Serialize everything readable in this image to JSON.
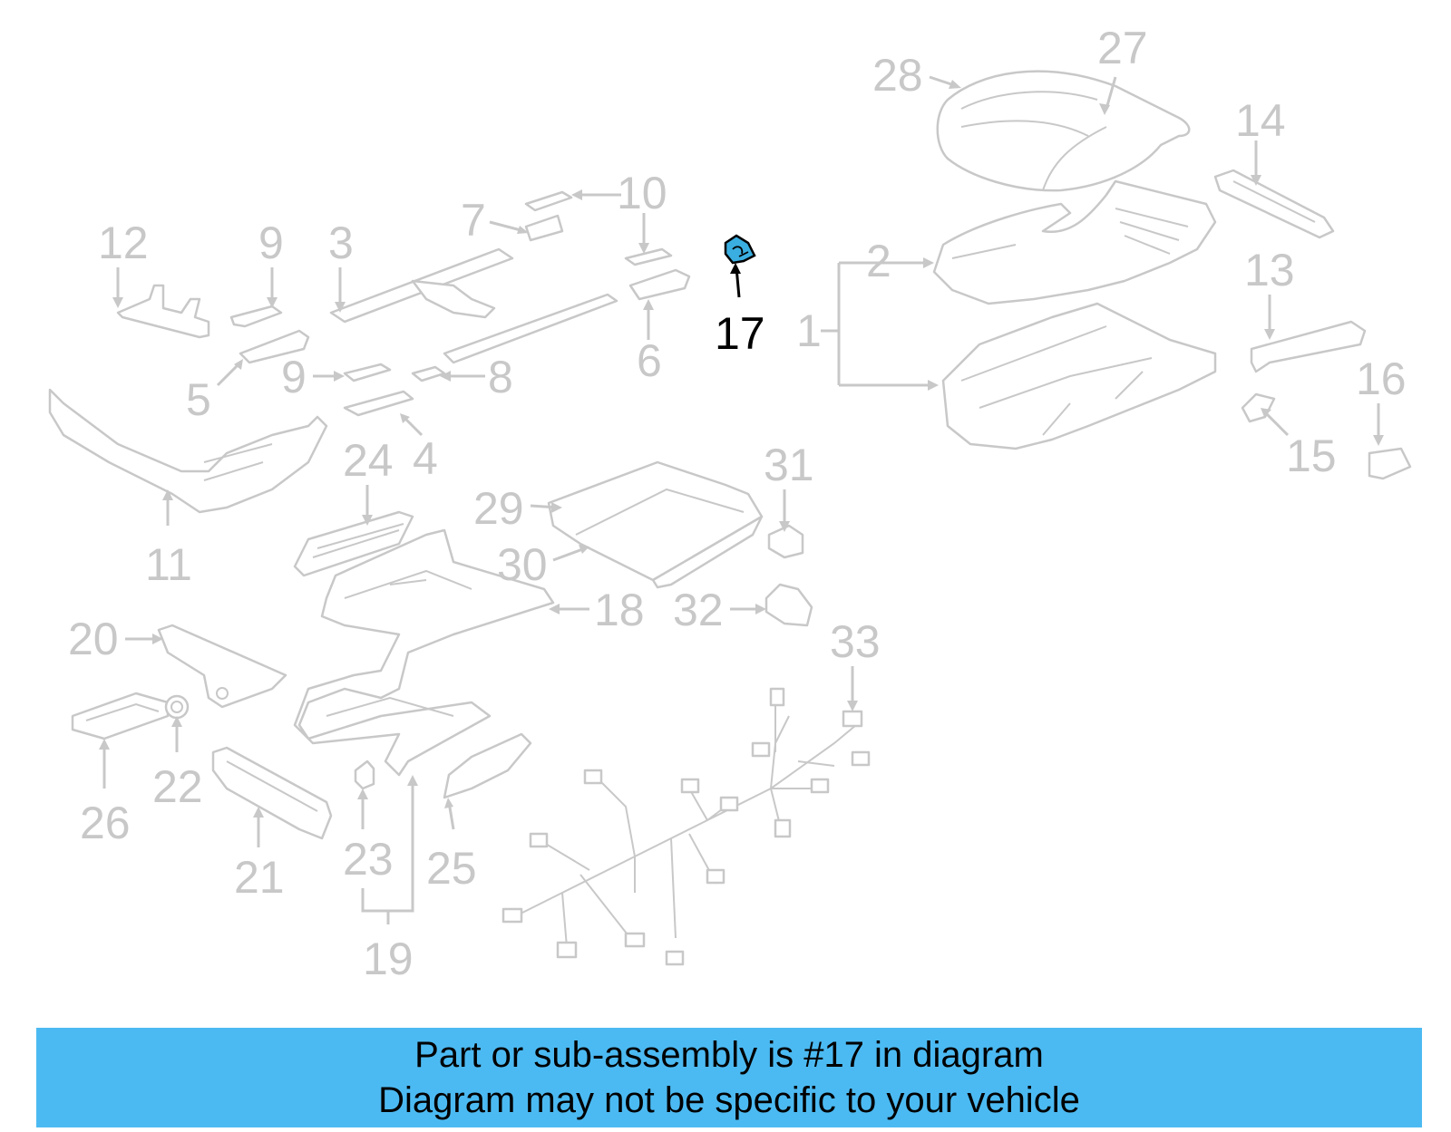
{
  "colors": {
    "label": "#c8c8c8",
    "highlight_label": "#000000",
    "highlight_part": "#3aaee0",
    "banner_bg": "#4cbaf2"
  },
  "labels": [
    {
      "id": "l1",
      "text": "1"
    },
    {
      "id": "l2",
      "text": "2"
    },
    {
      "id": "l3",
      "text": "3"
    },
    {
      "id": "l4",
      "text": "4"
    },
    {
      "id": "l5",
      "text": "5"
    },
    {
      "id": "l6",
      "text": "6"
    },
    {
      "id": "l7",
      "text": "7"
    },
    {
      "id": "l8",
      "text": "8"
    },
    {
      "id": "l9a",
      "text": "9"
    },
    {
      "id": "l9b",
      "text": "9"
    },
    {
      "id": "l10",
      "text": "10"
    },
    {
      "id": "l11",
      "text": "11"
    },
    {
      "id": "l12",
      "text": "12"
    },
    {
      "id": "l13",
      "text": "13"
    },
    {
      "id": "l14",
      "text": "14"
    },
    {
      "id": "l15",
      "text": "15"
    },
    {
      "id": "l16",
      "text": "16"
    },
    {
      "id": "l17",
      "text": "17"
    },
    {
      "id": "l18",
      "text": "18"
    },
    {
      "id": "l19",
      "text": "19"
    },
    {
      "id": "l20",
      "text": "20"
    },
    {
      "id": "l21",
      "text": "21"
    },
    {
      "id": "l22",
      "text": "22"
    },
    {
      "id": "l23",
      "text": "23"
    },
    {
      "id": "l24",
      "text": "24"
    },
    {
      "id": "l25",
      "text": "25"
    },
    {
      "id": "l26",
      "text": "26"
    },
    {
      "id": "l27",
      "text": "27"
    },
    {
      "id": "l28",
      "text": "28"
    },
    {
      "id": "l29",
      "text": "29"
    },
    {
      "id": "l30",
      "text": "30"
    },
    {
      "id": "l31",
      "text": "31"
    },
    {
      "id": "l32",
      "text": "32"
    },
    {
      "id": "l33",
      "text": "33"
    }
  ],
  "banner": {
    "line1": "Part or sub-assembly is #17 in diagram",
    "line2": "Diagram may not be specific to your vehicle"
  }
}
